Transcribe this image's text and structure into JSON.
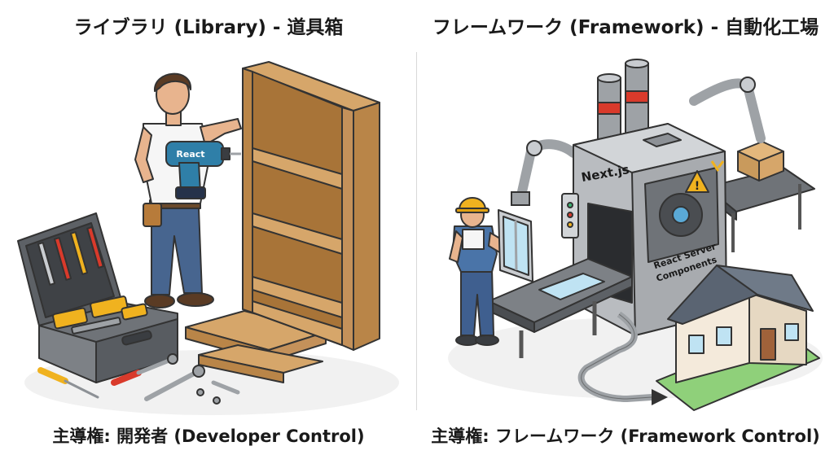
{
  "library": {
    "title": "ライブラリ (Library) - 道具箱",
    "drill_label": "React",
    "caption": "主導権: 開発者 (Developer Control)"
  },
  "framework": {
    "title": "フレームワーク (Framework) - 自動化工場",
    "machine_label": "Next.js",
    "rsc_label_line1": "React Server",
    "rsc_label_line2": "Components",
    "caption": "主導権: フレームワーク (Framework Control)"
  }
}
